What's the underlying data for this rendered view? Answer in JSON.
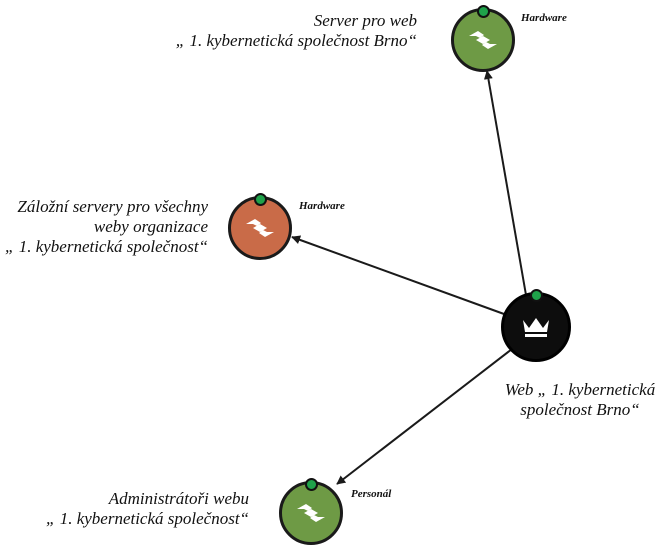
{
  "colors": {
    "green_node": "#6e9a45",
    "orange_node": "#c96b48",
    "dark_node": "#0d0d0d",
    "status_dot": "#1fa24a",
    "edge": "#1a1a1a"
  },
  "nodes": {
    "server_web": {
      "icon": "handshake-icon",
      "tag": "Hardware",
      "caption_lines": [
        "Server pro web",
        "„ 1. kybernetická společnost Brno“"
      ]
    },
    "backup_servers": {
      "icon": "handshake-icon",
      "tag": "Hardware",
      "caption_lines": [
        "Záložní servery pro všechny",
        "weby organizace",
        "„ 1. kybernetická společnost“"
      ]
    },
    "web": {
      "icon": "crown-icon",
      "caption_lines": [
        "Web „ 1. kybernetická",
        "společnost Brno“"
      ]
    },
    "admins": {
      "icon": "handshake-icon",
      "tag": "Personál",
      "caption_lines": [
        "Administrátoři webu",
        "„ 1. kybernetická společnost“"
      ]
    }
  }
}
